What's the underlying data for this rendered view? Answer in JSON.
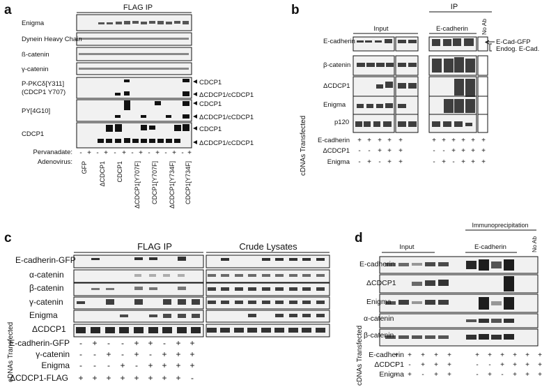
{
  "panels": {
    "a": {
      "letter": "a",
      "header": "FLAG IP",
      "rows": [
        "Enigma",
        "Dynein Heavy Chain",
        "ß-catenin",
        "γ-catenin",
        "P-PKCδ[Y311]",
        "(CDCP1 Y707)",
        "PY[4G10]",
        "CDCP1"
      ],
      "right_labels": [
        "CDCP1",
        "ΔCDCP1/cCDCP1",
        "CDCP1",
        "ΔCDCP1/cCDCP1",
        "CDCP1",
        "ΔCDCP1/cCDCP1"
      ],
      "pervanadate_label": "Pervanadate:",
      "pervanadate": [
        "-",
        "+",
        "-",
        "+",
        "-",
        "+",
        "-",
        "+",
        "-",
        "+",
        "-",
        "+",
        "-",
        "+"
      ],
      "adenovirus_label": "Adenovirus:",
      "adenovirus": [
        "GFP",
        "ΔCDCP1",
        "CDCP1",
        "ΔCDCP1[Y707F]",
        "CDCP1[Y707F]",
        "ΔCDCP1[Y734F]",
        "CDCP1[Y734F]"
      ]
    },
    "b": {
      "letter": "b",
      "header_ip": "IP",
      "header_input": "Input",
      "header_ecad": "E-cadherin",
      "header_noab": "No Ab",
      "rows": [
        "E-cadherin",
        "β-catenin",
        "ΔCDCP1",
        "Enigma",
        "p120"
      ],
      "right_labels": [
        "E-Cad-GFP",
        "Endog. E-Cad."
      ],
      "side_label": "cDNAs Transfected",
      "treatments": [
        {
          "label": "E-cadherin",
          "signs": [
            "+",
            "+",
            "+",
            "+",
            "+",
            "+",
            "+",
            "+",
            "+",
            "+",
            "+"
          ]
        },
        {
          "label": "ΔCDCP1",
          "signs": [
            "-",
            "-",
            "+",
            "+",
            "+",
            "-",
            "-",
            "+",
            "+",
            "+",
            "+"
          ]
        },
        {
          "label": "Enigma",
          "signs": [
            "-",
            "+",
            "-",
            "+",
            "+",
            "-",
            "+",
            "-",
            "+",
            "+",
            "+"
          ]
        }
      ]
    },
    "c": {
      "letter": "c",
      "header_flag": "FLAG IP",
      "header_crude": "Crude Lysates",
      "rows": [
        "E-cadherin-GFP",
        "α-catenin",
        "β-catenin",
        "γ-catenin",
        "Enigma",
        "ΔCDCP1"
      ],
      "side_label": "cDNAs Transfected",
      "treatments": [
        {
          "label": "E-cadherin-GFP",
          "signs": [
            "-",
            "+",
            "-",
            "-",
            "+",
            "+",
            "-",
            "+",
            "+"
          ]
        },
        {
          "label": "γ-catenin",
          "signs": [
            "-",
            "-",
            "+",
            "-",
            "+",
            "-",
            "+",
            "+",
            "+"
          ]
        },
        {
          "label": "Enigma",
          "signs": [
            "-",
            "-",
            "-",
            "+",
            "-",
            "+",
            "+",
            "+",
            "+"
          ]
        },
        {
          "label": "ΔCDCP1-FLAG",
          "signs": [
            "+",
            "+",
            "+",
            "+",
            "+",
            "+",
            "+",
            "+",
            "-"
          ]
        }
      ]
    },
    "d": {
      "letter": "d",
      "header_ip": "Immunoprecipitation",
      "header_input": "Input",
      "header_ecad": "E-cadherin",
      "header_noab": "No Ab",
      "rows": [
        "E-cadherin",
        "ΔCDCP1",
        "Enigma",
        "α-catenin",
        "β-catenin"
      ],
      "side_label": "cDNAs Transfected",
      "treatments": [
        {
          "label": "E-cadherin",
          "signs": [
            "+",
            "+",
            "+",
            "+",
            "+",
            "+",
            "+",
            "+",
            "+",
            "+",
            "+"
          ]
        },
        {
          "label": "ΔCDCP1",
          "signs": [
            "-",
            "-",
            "+",
            "+",
            "+",
            "-",
            "-",
            "+",
            "+",
            "+",
            "+"
          ]
        },
        {
          "label": "Enigma",
          "signs": [
            "-",
            "+",
            "-",
            "+",
            "+",
            "-",
            "+",
            "-",
            "+",
            "+",
            "+"
          ]
        }
      ]
    }
  }
}
